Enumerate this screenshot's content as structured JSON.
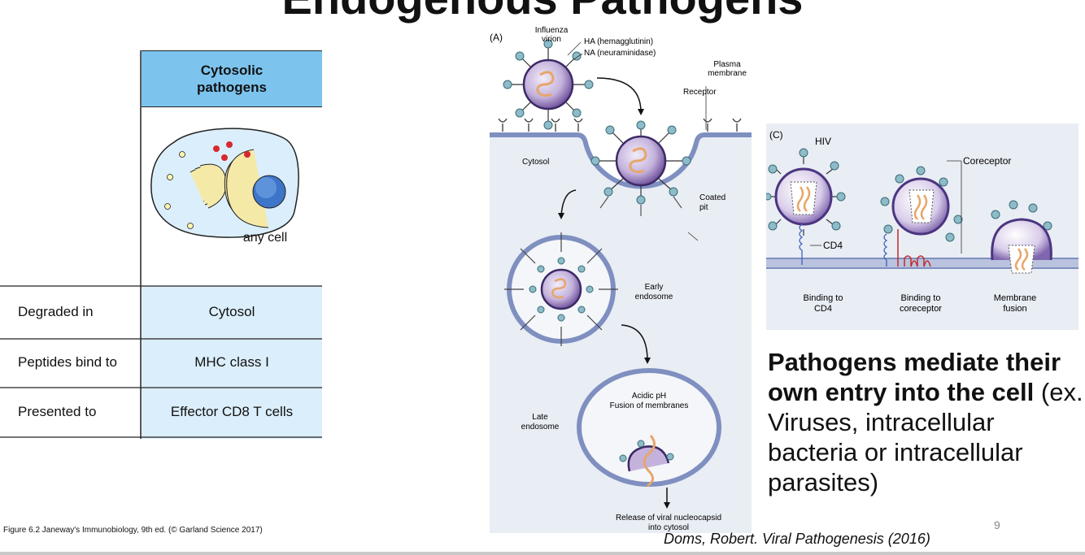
{
  "slide": {
    "title": "Endogenous Pathogens",
    "page_number": "9",
    "caption": "Figure 6.2 Janeway's Immunobiology, 9th ed. (© Garland Science 2017)",
    "credit": "Doms, Robert. Viral Pathogenesis (2016)",
    "body_bold": "Pathogens mediate their own entry into the cell",
    "body_rest": " (ex. Viruses, intracellular bacteria or intracellular parasites)"
  },
  "table": {
    "header": [
      "Cytosolic",
      "pathogens"
    ],
    "cell_label": "any cell",
    "rows": [
      {
        "label": "Degraded in",
        "value": "Cytosol"
      },
      {
        "label": "Peptides bind to",
        "value": "MHC class I"
      },
      {
        "label": "Presented to",
        "value": "Effector CD8 T cells"
      }
    ]
  },
  "panel_a": {
    "tag": "(A)",
    "influenza": [
      "Influenza",
      "virion"
    ],
    "ha": "HA (hemagglutinin)",
    "na": "NA (neuraminidase)",
    "plasma": [
      "Plasma",
      "membrane"
    ],
    "receptor": "Receptor",
    "cytosol": "Cytosol",
    "coated": [
      "Coated",
      "pit"
    ],
    "early": [
      "Early",
      "endosome"
    ],
    "late": [
      "Late",
      "endosome"
    ],
    "acidic": [
      "Acidic pH",
      "Fusion of membranes"
    ],
    "release": [
      "Release of viral nucleocapsid",
      "into cytosol"
    ]
  },
  "panel_c": {
    "tag": "(C)",
    "hiv": "HIV",
    "coreceptor": "Coreceptor",
    "cd4": "CD4",
    "step1": [
      "Binding to",
      "CD4"
    ],
    "step2": [
      "Binding to",
      "coreceptor"
    ],
    "step3": [
      "Membrane",
      "fusion"
    ]
  },
  "colors": {
    "header_blue": "#7cc4ee",
    "cell_light_blue": "#dbeefb",
    "panel_bg": "#e9edf4",
    "membrane": "#7f8fc0",
    "virion_purple": "#6a4c98",
    "spike_teal": "#8dbcc8",
    "rna_orange": "#e7a66a",
    "red_dot": "#d7282f"
  }
}
